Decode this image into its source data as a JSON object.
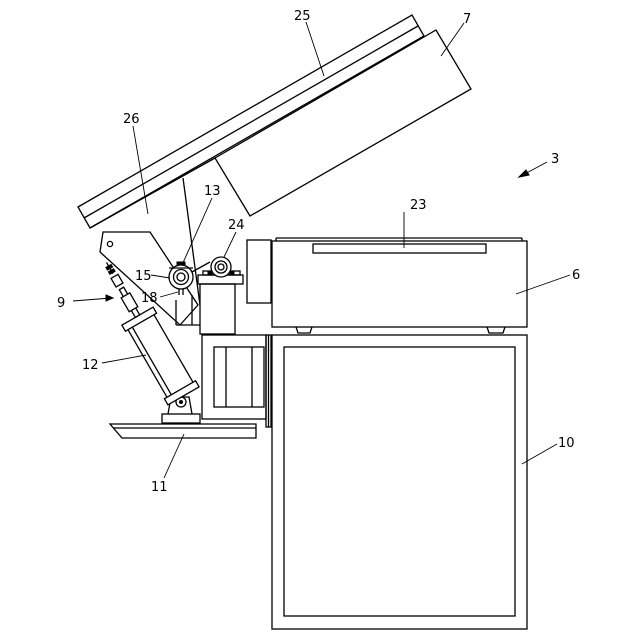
{
  "labels": {
    "l25": "25",
    "l7": "7",
    "l26": "26",
    "l3": "3",
    "l13": "13",
    "l23": "23",
    "l24": "24",
    "l15": "15",
    "l6": "6",
    "l9": "9",
    "l18": "18",
    "l12": "12",
    "l10": "10",
    "l11": "11"
  }
}
